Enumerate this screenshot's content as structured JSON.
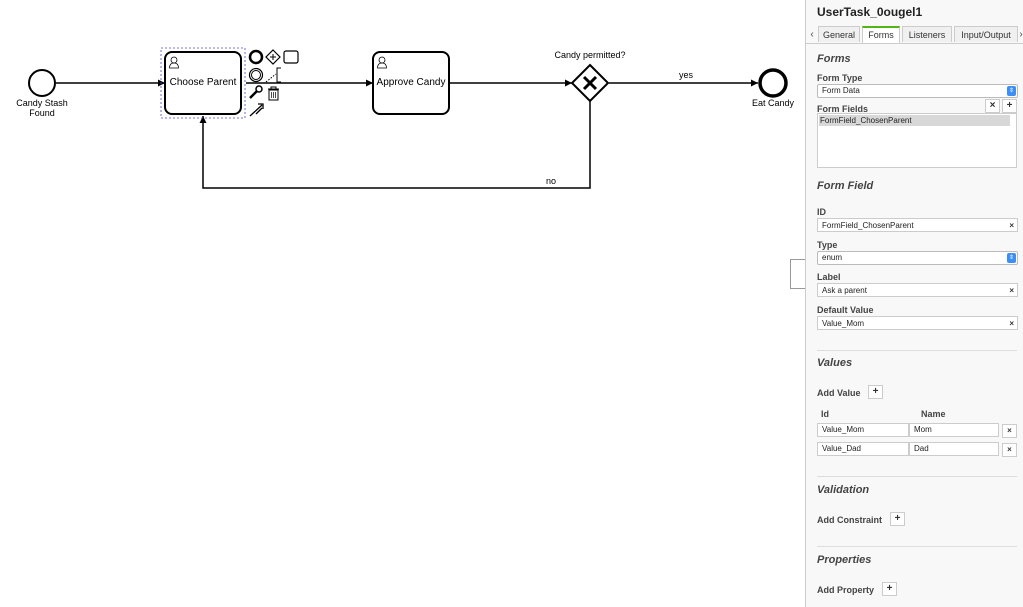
{
  "diagram": {
    "start_event_label": [
      "Candy Stash",
      "Found"
    ],
    "task1_label": "Choose Parent",
    "task2_label": "Approve Candy",
    "gateway_label": "Candy permitted?",
    "end_event_label": "Eat Candy",
    "flow_yes": "yes",
    "flow_no": "no"
  },
  "panel": {
    "title": "UserTask_0ougel1",
    "tabs": [
      {
        "label": "General",
        "active": false
      },
      {
        "label": "Forms",
        "active": true
      },
      {
        "label": "Listeners",
        "active": false
      },
      {
        "label": "Input/Output",
        "active": false
      }
    ],
    "tab_prev": "‹",
    "tab_next": "›",
    "forms": {
      "heading": "Forms",
      "form_type_label": "Form Type",
      "form_type_value": "Form Data",
      "form_fields_label": "Form Fields",
      "form_fields_items": [
        "FormField_ChosenParent"
      ],
      "remove_symbol": "×",
      "add_symbol": "+"
    },
    "form_field": {
      "heading": "Form Field",
      "id_label": "ID",
      "id_value": "FormField_ChosenParent",
      "type_label": "Type",
      "type_value": "enum",
      "label_label": "Label",
      "label_value": "Ask a parent",
      "default_label": "Default Value",
      "default_value": "Value_Mom"
    },
    "values": {
      "heading": "Values",
      "add_value_label": "Add Value",
      "col_id": "Id",
      "col_name": "Name",
      "rows": [
        {
          "id": "Value_Mom",
          "name": "Mom"
        },
        {
          "id": "Value_Dad",
          "name": "Dad"
        }
      ]
    },
    "validation": {
      "heading": "Validation",
      "add_label": "Add Constraint"
    },
    "properties": {
      "heading": "Properties",
      "add_label": "Add Property"
    }
  },
  "colors": {
    "accent_tab": "#52b415",
    "select_arrow": "#3d8ef5",
    "selection_outline": "#4a4ad8"
  }
}
